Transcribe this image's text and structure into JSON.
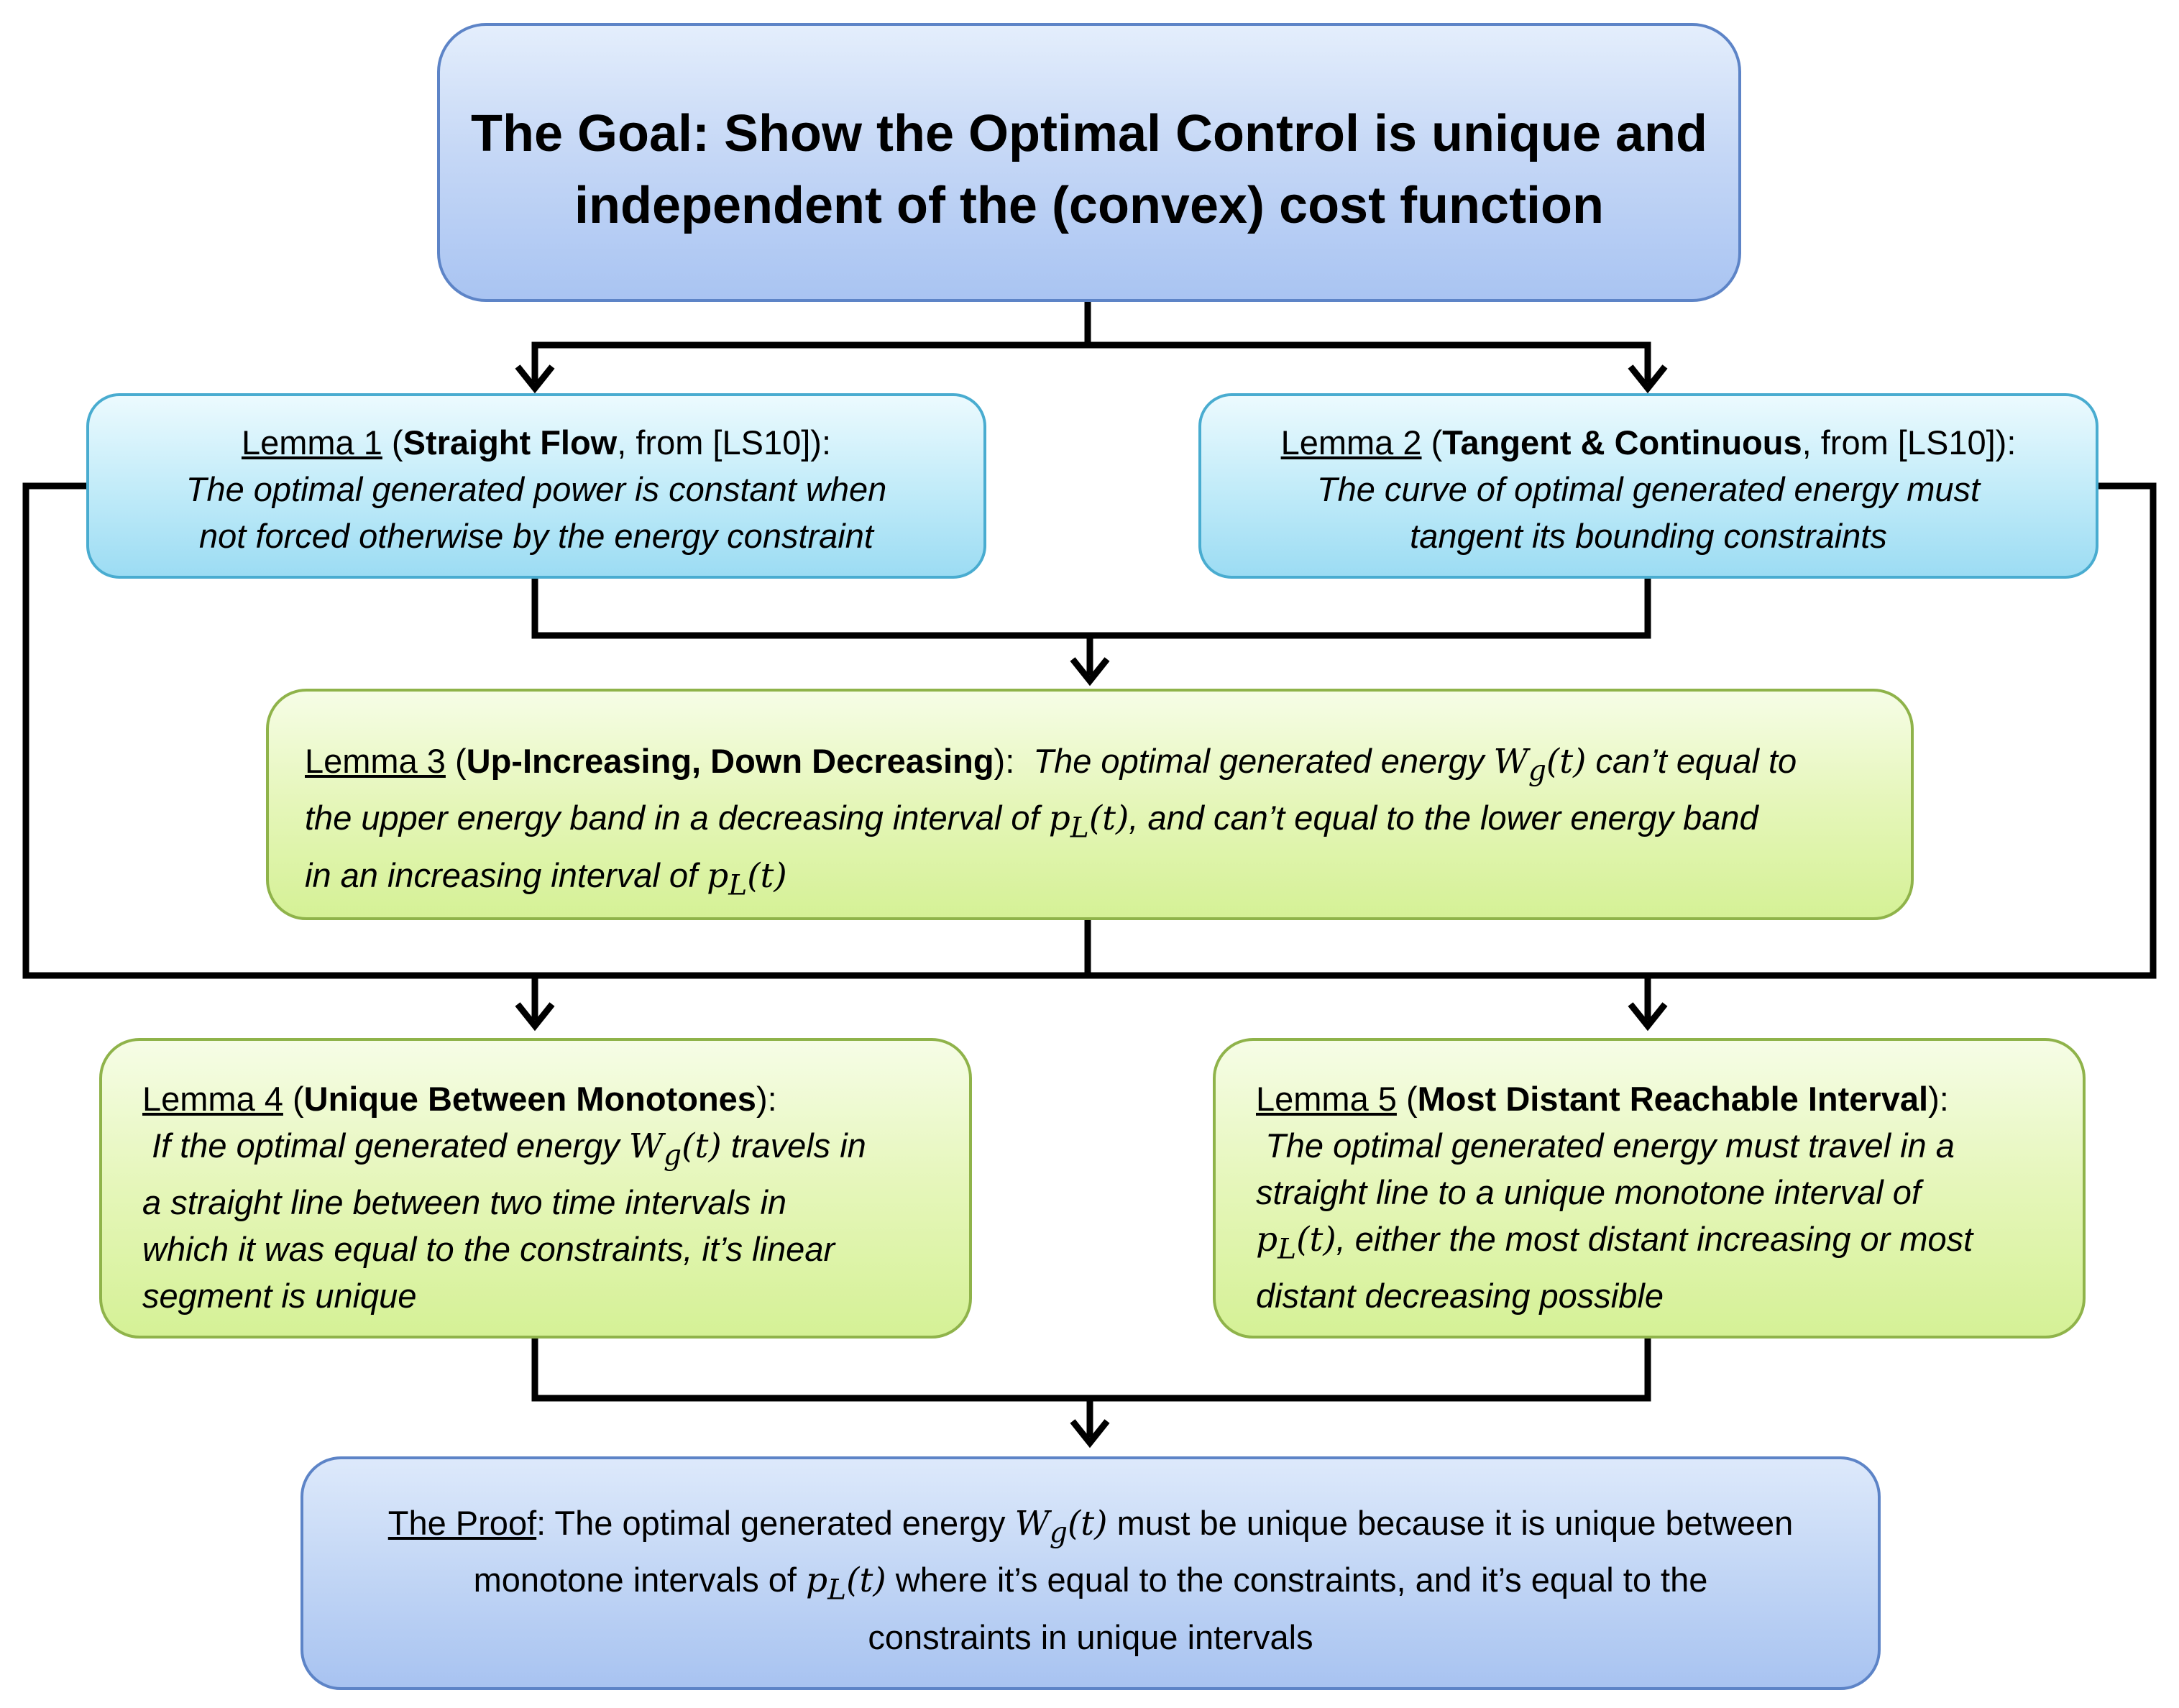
{
  "goal": {
    "line1": "The Goal: Show the Optimal Control is unique and",
    "line2": "independent of the (convex) cost function"
  },
  "lemma1": {
    "title": "Lemma 1",
    "bold": "Straight Flow",
    "source": ", from [LS10]):",
    "line1": "The optimal generated power is constant when",
    "line2": "not forced otherwise by the energy constraint"
  },
  "lemma2": {
    "title": "Lemma 2",
    "bold": "Tangent & Continuous",
    "source": ", from [LS10]):",
    "line1": "The curve of optimal generated energy must",
    "line2": "tangent its bounding constraints"
  },
  "lemma3": {
    "title": "Lemma 3",
    "bold": "Up-Increasing, Down Decreasing",
    "after": "):",
    "t1": "The optimal generated energy",
    "t2": "can’t equal to",
    "t3": "the upper energy band in a decreasing interval of",
    "t4": ", and can’t equal to the lower energy band",
    "t5": "in an increasing interval of"
  },
  "lemma4": {
    "title": "Lemma 4",
    "bold": "Unique Between Monotones",
    "after": "):",
    "t1": "If the optimal generated energy",
    "t2": "travels in",
    "line2": "a straight line between two time intervals in",
    "line3": "which it was equal to the constraints, it’s linear",
    "line4": "segment is unique"
  },
  "lemma5": {
    "title": "Lemma 5",
    "bold": "Most Distant Reachable Interval",
    "after": "):",
    "line1": "The optimal generated energy must travel in a",
    "line2": "straight line to a unique monotone interval of",
    "t3": ", either the most distant increasing or most",
    "line4": "distant decreasing  possible"
  },
  "proof": {
    "title": "The Proof",
    "t1": ": The optimal generated energy",
    "t2": "must be unique because it is unique between",
    "t3": "monotone intervals of",
    "t4": "where it’s equal to the constraints, and it’s equal to the",
    "line3": "constraints in unique intervals"
  },
  "math": {
    "wg": "W",
    "wg_sub": "g",
    "pl": "p",
    "pl_sub": "L",
    "arg": "(t)"
  }
}
